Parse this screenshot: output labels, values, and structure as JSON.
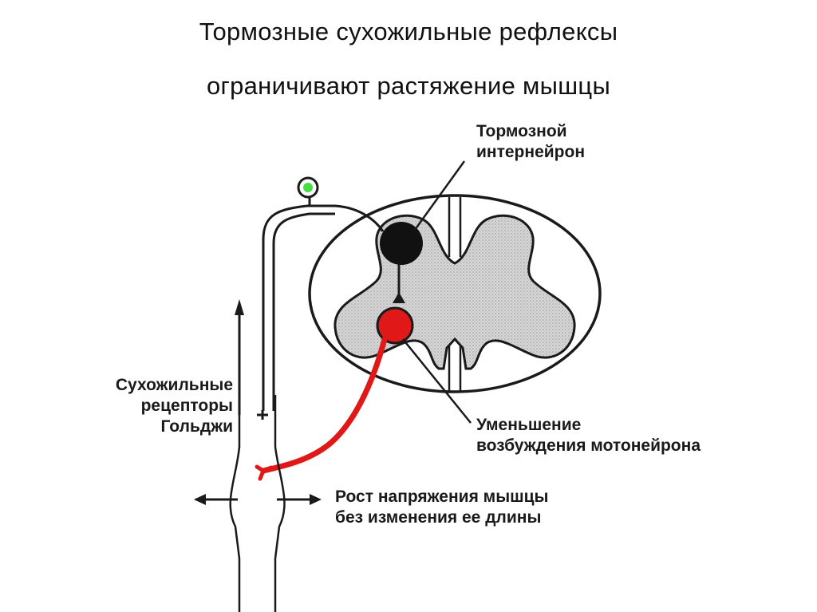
{
  "title": {
    "line1": "Тормозные сухожильные рефлексы",
    "line2": "ограничивают растяжение мышцы"
  },
  "labels": {
    "interneuron": [
      "Тормозной",
      "интернейрон"
    ],
    "receptors": [
      "Сухожильные",
      "рецепторы",
      "Гольджи"
    ],
    "motoneuron_decrease": [
      "Уменьшение",
      "возбуждения мотонейрона"
    ],
    "muscle_tension": [
      "Рост напряжения мышцы",
      "без изменения ее длины"
    ]
  },
  "colors": {
    "motor_neuron": "#e01818",
    "sensory_ganglion": "#44dd44",
    "interneuron": "#111111",
    "gray_matter": "#d8d8d8",
    "outline": "#1a1a1a"
  }
}
